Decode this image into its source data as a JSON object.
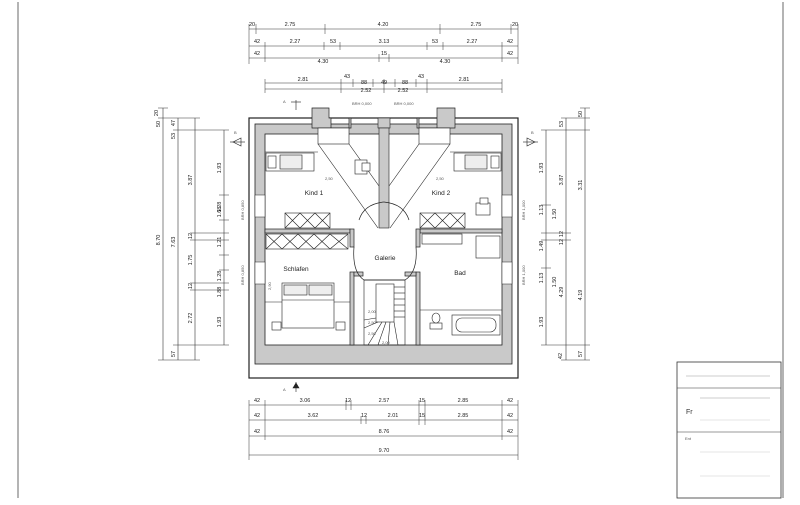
{
  "plan": {
    "rooms": {
      "kind1": "Kind 1",
      "kind2": "Kind 2",
      "galerie": "Galerie",
      "schlafen": "Schlafen",
      "bad": "Bad"
    },
    "section_markers": {
      "a_top": "A",
      "a_bottom": "A",
      "b_left": "B",
      "b_right": "B"
    },
    "window_tags": {
      "top_left": "BRH 0,000",
      "top_right": "BRH 0,000",
      "left_upper": "BRH 0,850",
      "left_lower": "BRH 0,850",
      "right_upper": "BRH 1,000",
      "right_lower": "BRH 1,000"
    },
    "notes": {
      "kind1_height": "2,50",
      "kind2_height": "2,50",
      "schlafen_wall": "2,90",
      "stair_1": "2,00",
      "stair_2": "2,50",
      "stair_3": "2,50",
      "stair_4": "2,00"
    },
    "dims_top": {
      "row1": [
        "20",
        "2.75",
        "4.20",
        "2.75",
        "20"
      ],
      "row2": [
        "42",
        "2.27",
        "53",
        "3.13",
        "53",
        "2.27",
        "42"
      ],
      "row3": [
        "42",
        "4.30",
        "15",
        "4.30",
        "42"
      ],
      "row4": [
        "2.81",
        "43",
        "88",
        "49",
        "88",
        "43",
        "2.81"
      ],
      "row5": [
        "2.52",
        "2.52"
      ]
    },
    "dims_bottom": {
      "row1": [
        "42",
        "3.06",
        "12",
        "2.57",
        "15",
        "2.85",
        "42"
      ],
      "row2": [
        "42",
        "3.62",
        "12",
        "2.01",
        "15",
        "2.85",
        "42"
      ],
      "row3": [
        "42",
        "8.76",
        "42"
      ],
      "row4": [
        "9.70"
      ]
    },
    "dims_left": {
      "outer": [
        "20",
        "50",
        "8.70"
      ],
      "mid": [
        "47",
        "53",
        "7.63",
        "12",
        "12",
        "57"
      ],
      "inner": [
        "3.87",
        "1.75",
        "2.72"
      ],
      "rooms": [
        "1.93",
        "1.28",
        "1.68",
        "1.21",
        "1.28",
        "1.88",
        "1.93"
      ]
    },
    "dims_right": {
      "outer": [
        "50",
        "42",
        "3.31",
        "4.19",
        "57"
      ],
      "mid": [
        "53",
        "3.87",
        "12",
        "12",
        "4.29"
      ],
      "rooms": [
        "1.93",
        "1.13",
        "1.50",
        "1.49",
        "1.13",
        "1.50",
        "1.93"
      ]
    }
  },
  "title_block": {
    "line1": "Fr",
    "line2": "Ent"
  }
}
